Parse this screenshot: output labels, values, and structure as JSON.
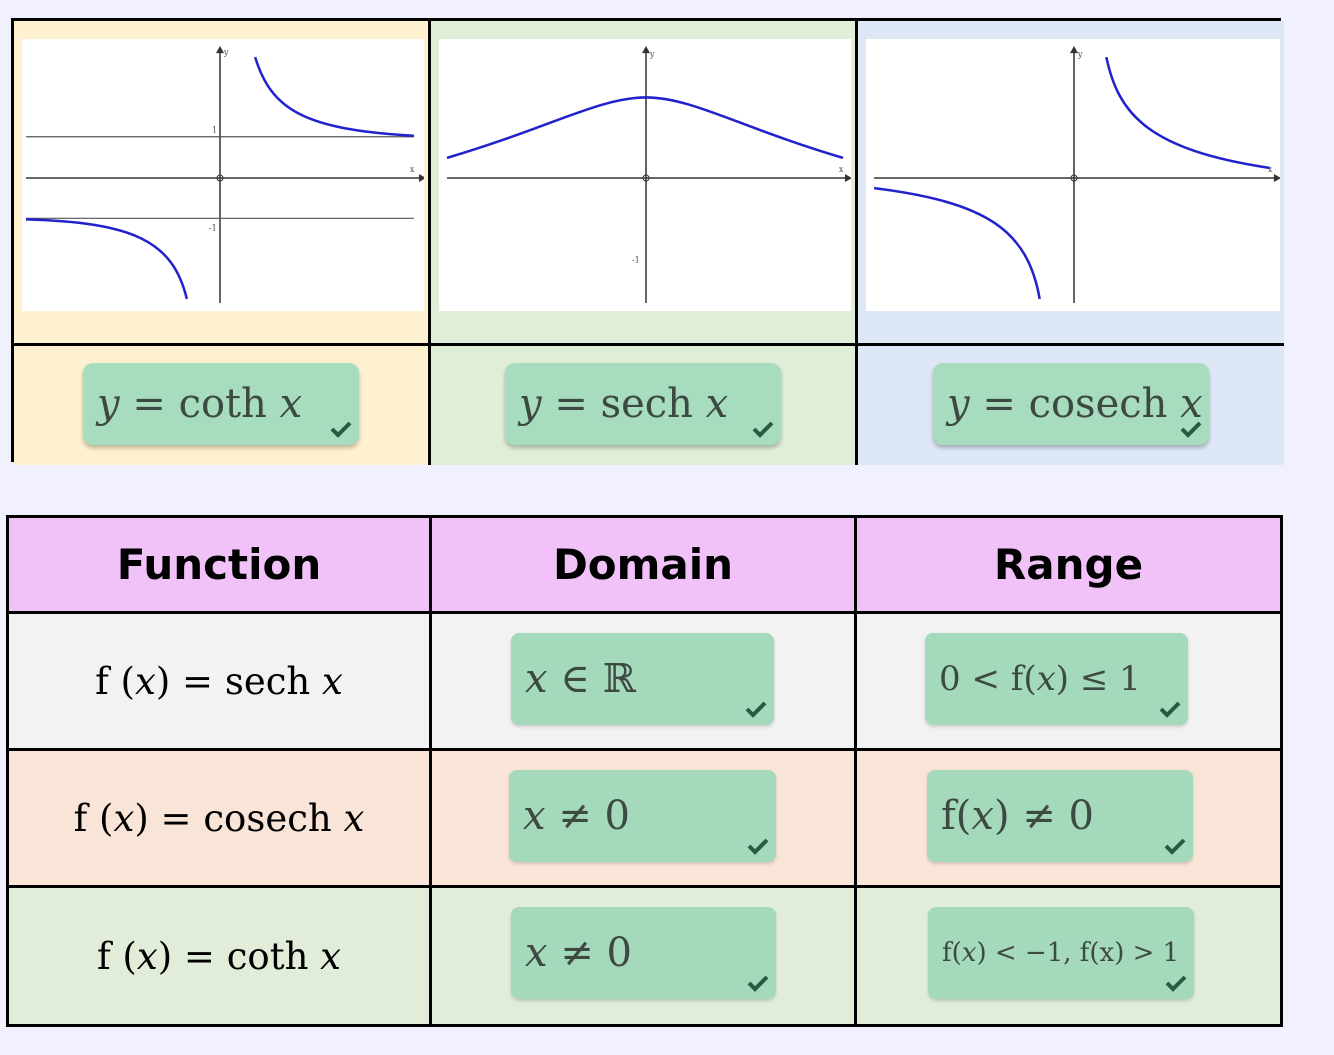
{
  "graphs": [
    {
      "answer": {
        "prefix": "y",
        "eq": " = ",
        "func": "coth ",
        "arg": "x"
      },
      "axis_labels": {
        "y": "y",
        "x": "x",
        "one": "1",
        "neg_one": "-1"
      }
    },
    {
      "answer": {
        "prefix": "y",
        "eq": " = ",
        "func": "sech ",
        "arg": "x"
      },
      "axis_labels": {
        "y": "y",
        "x": "x",
        "neg_one": "-1"
      }
    },
    {
      "answer": {
        "prefix": "y",
        "eq": " = ",
        "func": "cosech ",
        "arg": "x"
      },
      "axis_labels": {
        "y": "y",
        "x": "x"
      }
    }
  ],
  "table": {
    "headers": [
      "Function",
      "Domain",
      "Range"
    ],
    "rows": [
      {
        "function": {
          "f": "f",
          "open": " (",
          "var": "x",
          "close": ") = ",
          "name": "sech ",
          "arg": "x"
        },
        "domain": {
          "var": "x",
          "rest": " ∈ ℝ"
        },
        "range": {
          "text": "0 < f(",
          "var": "x",
          "rest": ") ≤ 1"
        }
      },
      {
        "function": {
          "f": "f",
          "open": " (",
          "var": "x",
          "close": ") = ",
          "name": "cosech ",
          "arg": "x"
        },
        "domain": {
          "var": "x",
          "rest": " ≠ 0"
        },
        "range": {
          "text": "f(",
          "var": "x",
          "rest": ") ≠ 0"
        }
      },
      {
        "function": {
          "f": "f",
          "open": " (",
          "var": "x",
          "close": ") = ",
          "name": "coth ",
          "arg": "x"
        },
        "domain": {
          "var": "x",
          "rest": " ≠ 0"
        },
        "range": {
          "text": "f(",
          "var": "x",
          "rest": ") < −1, f(x) > 1"
        }
      }
    ]
  },
  "colors": {
    "curve": "#2222cc",
    "answer_box": "#a8dcbf",
    "header": "#f0c2f7",
    "check": "#2a5b40"
  },
  "icons": {
    "check": "check-icon"
  }
}
